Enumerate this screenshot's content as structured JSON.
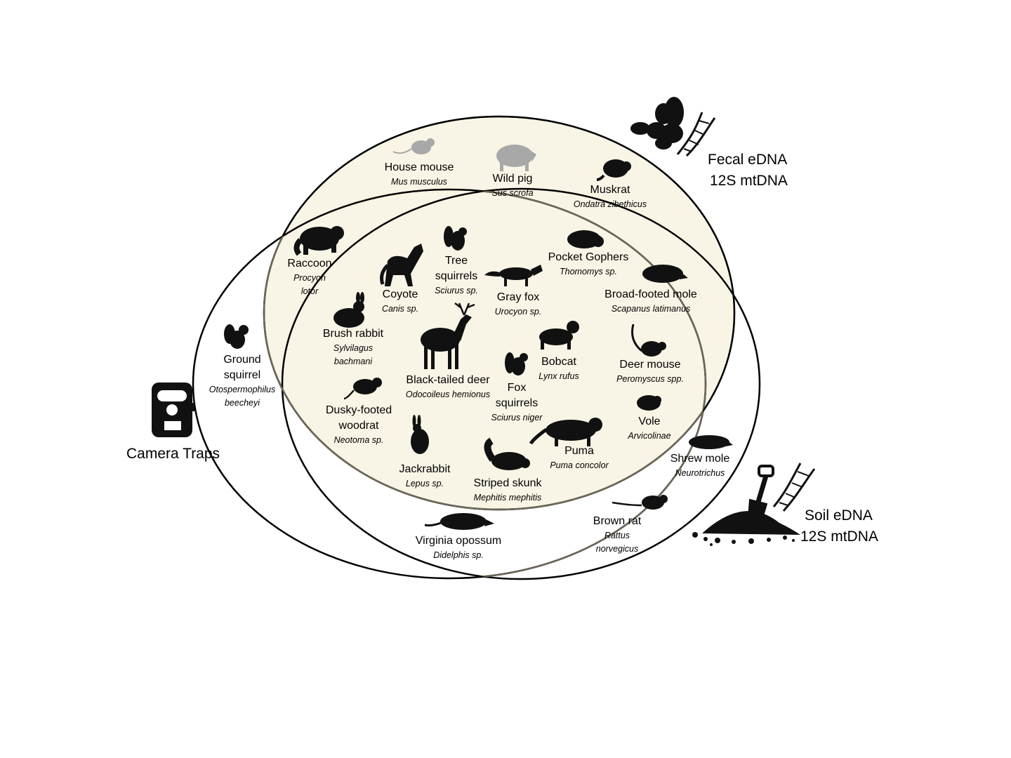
{
  "methods": {
    "fecal": {
      "line1": "Fecal eDNA",
      "line2": "12S mtDNA"
    },
    "soil": {
      "line1": "Soil eDNA",
      "line2": "12S mtDNA"
    },
    "camera": {
      "label": "Camera Traps"
    }
  },
  "species": {
    "house_mouse": {
      "common": "House mouse",
      "scientific": "Mus musculus"
    },
    "wild_pig": {
      "common": "Wild pig",
      "scientific": "Sus scrofa"
    },
    "muskrat": {
      "common": "Muskrat",
      "scientific": "Ondatra  zibethicus"
    },
    "raccoon": {
      "common": "Raccoon",
      "sci1": "Procyon",
      "sci2": "lotor"
    },
    "tree_squirrels": {
      "line1": "Tree",
      "line2": "squirrels",
      "scientific": "Sciurus sp."
    },
    "coyote": {
      "common": "Coyote",
      "scientific": "Canis sp."
    },
    "gray_fox": {
      "common": "Gray fox",
      "scientific": "Urocyon sp."
    },
    "pocket_gophers": {
      "common": "Pocket Gophers",
      "scientific": "Thomomys sp."
    },
    "broad_footed_mole": {
      "common": "Broad-footed mole",
      "scientific": "Scapanus latimanus"
    },
    "brush_rabbit": {
      "common": "Brush rabbit",
      "sci1": "Sylvilagus",
      "sci2": "bachmani"
    },
    "black_tailed_deer": {
      "common": "Black-tailed deer",
      "scientific": "Odocoileus hemionus"
    },
    "bobcat": {
      "common": "Bobcat",
      "scientific": "Lynx rufus"
    },
    "deer_mouse": {
      "common": "Deer mouse",
      "scientific": "Peromyscus spp."
    },
    "ground_squirrel": {
      "line1": "Ground",
      "line2": "squirrel",
      "sci1": "Otospermophilus",
      "sci2": "beecheyi"
    },
    "dusky_footed_woodrat": {
      "line1": "Dusky-footed",
      "line2": "woodrat",
      "scientific": "Neotoma sp."
    },
    "fox_squirrels": {
      "line1": "Fox",
      "line2": "squirrels",
      "scientific": "Sciurus niger"
    },
    "vole": {
      "common": "Vole",
      "scientific": "Arvicolinae"
    },
    "puma": {
      "common": "Puma",
      "scientific": "Puma concolor"
    },
    "shrew_mole": {
      "common": "Shrew mole",
      "scientific": "Neurotrichus"
    },
    "jackrabbit": {
      "common": "Jackrabbit",
      "scientific": "Lepus sp."
    },
    "striped_skunk": {
      "common": "Striped skunk",
      "scientific": "Mephitis mephitis"
    },
    "brown_rat": {
      "common": "Brown rat",
      "sci1": "Rattus",
      "sci2": "norvegicus"
    },
    "virginia_opossum": {
      "common": "Virginia opossum",
      "scientific": "Didelphis sp."
    }
  },
  "colors": {
    "overlap_fill": "#f9f5e6",
    "outline": "#000000",
    "inner_outline": "#6b6658",
    "silhouette": "#111111",
    "grey_silhouette": "#a8a8a8"
  }
}
